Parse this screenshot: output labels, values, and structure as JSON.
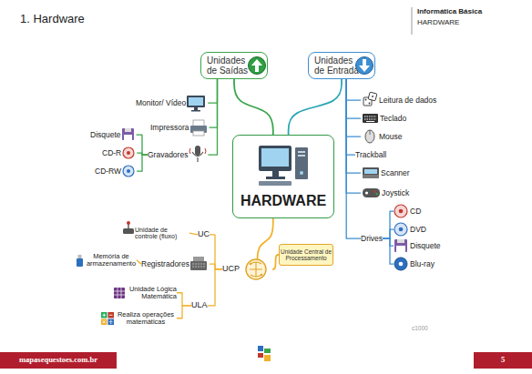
{
  "diagram": {
    "title": "1. Hardware",
    "nodes": [
      {
        "text": [
          "HARDWARE"
        ]
      },
      {
        "text": [
          "Unidades de Saídas"
        ]
      },
      {
        "text": [
          "Unidades de Entrada"
        ]
      },
      {
        "text": [
          "Monitor/ Vídeo"
        ]
      },
      {
        "text": [
          "Impressora"
        ]
      },
      {
        "text": [
          "Gravadores"
        ]
      },
      {
        "text": [
          "Disquete"
        ]
      },
      {
        "text": [
          "CD-R"
        ]
      },
      {
        "text": [
          "CD-RW"
        ]
      },
      {
        "text": [
          "Leitura de dados"
        ]
      },
      {
        "text": [
          "Teclado"
        ]
      },
      {
        "text": [
          "Mouse"
        ]
      },
      {
        "text": [
          "Trackball"
        ]
      },
      {
        "text": [
          "Scanner"
        ]
      },
      {
        "text": [
          "Joystick"
        ]
      },
      {
        "text": [
          "Drives"
        ]
      },
      {
        "text": [
          "CD"
        ]
      },
      {
        "text": [
          "DVD"
        ]
      },
      {
        "text": [
          "Disquete"
        ]
      },
      {
        "text": [
          "Blu-ray"
        ]
      },
      {
        "text": [
          "UCP"
        ]
      },
      {
        "text": [
          "Unidade Central de Processamento"
        ]
      },
      {
        "text": [
          "UC"
        ]
      },
      {
        "text": [
          "Unidade de controle (fluxo)"
        ]
      },
      {
        "text": [
          "Registradores"
        ]
      },
      {
        "text": [
          "Memória de armazenamento"
        ]
      },
      {
        "text": [
          "ULA"
        ]
      },
      {
        "text": [
          "Unidade Lógica Matemática"
        ]
      },
      {
        "text": [
          "Realiza operações matemáticas"
        ]
      }
    ],
    "edges": [
      {
        "from": 0,
        "to": 1,
        "arrow": "none"
      },
      {
        "from": 0,
        "to": 2,
        "arrow": "none"
      },
      {
        "from": 0,
        "to": 20,
        "arrow": "none"
      },
      {
        "from": 1,
        "to": 3,
        "arrow": "none"
      },
      {
        "from": 1,
        "to": 4,
        "arrow": "none"
      },
      {
        "from": 1,
        "to": 5,
        "arrow": "none"
      },
      {
        "from": 5,
        "to": 6,
        "arrow": "none"
      },
      {
        "from": 5,
        "to": 7,
        "arrow": "none"
      },
      {
        "from": 5,
        "to": 8,
        "arrow": "none"
      },
      {
        "from": 2,
        "to": 9,
        "arrow": "none"
      },
      {
        "from": 2,
        "to": 10,
        "arrow": "none"
      },
      {
        "from": 2,
        "to": 11,
        "arrow": "none"
      },
      {
        "from": 2,
        "to": 12,
        "arrow": "none"
      },
      {
        "from": 2,
        "to": 13,
        "arrow": "none"
      },
      {
        "from": 2,
        "to": 14,
        "arrow": "none"
      },
      {
        "from": 2,
        "to": 15,
        "arrow": "none"
      },
      {
        "from": 15,
        "to": 16,
        "arrow": "none"
      },
      {
        "from": 15,
        "to": 17,
        "arrow": "none"
      },
      {
        "from": 15,
        "to": 18,
        "arrow": "none"
      },
      {
        "from": 15,
        "to": 19,
        "arrow": "none"
      },
      {
        "from": 20,
        "to": 21,
        "arrow": "none"
      },
      {
        "from": 20,
        "to": 22,
        "arrow": "none"
      },
      {
        "from": 20,
        "to": 24,
        "arrow": "none"
      },
      {
        "from": 20,
        "to": 26,
        "arrow": "none"
      },
      {
        "from": 22,
        "to": 23,
        "arrow": "none"
      },
      {
        "from": 24,
        "to": 25,
        "arrow": "none"
      },
      {
        "from": 26,
        "to": 27,
        "arrow": "none"
      },
      {
        "from": 26,
        "to": 28,
        "arrow": "none"
      }
    ],
    "labels": [
      "Informática Básica",
      "HARDWARE",
      "c1000",
      "mapasequestoes.com.br",
      "5"
    ]
  }
}
